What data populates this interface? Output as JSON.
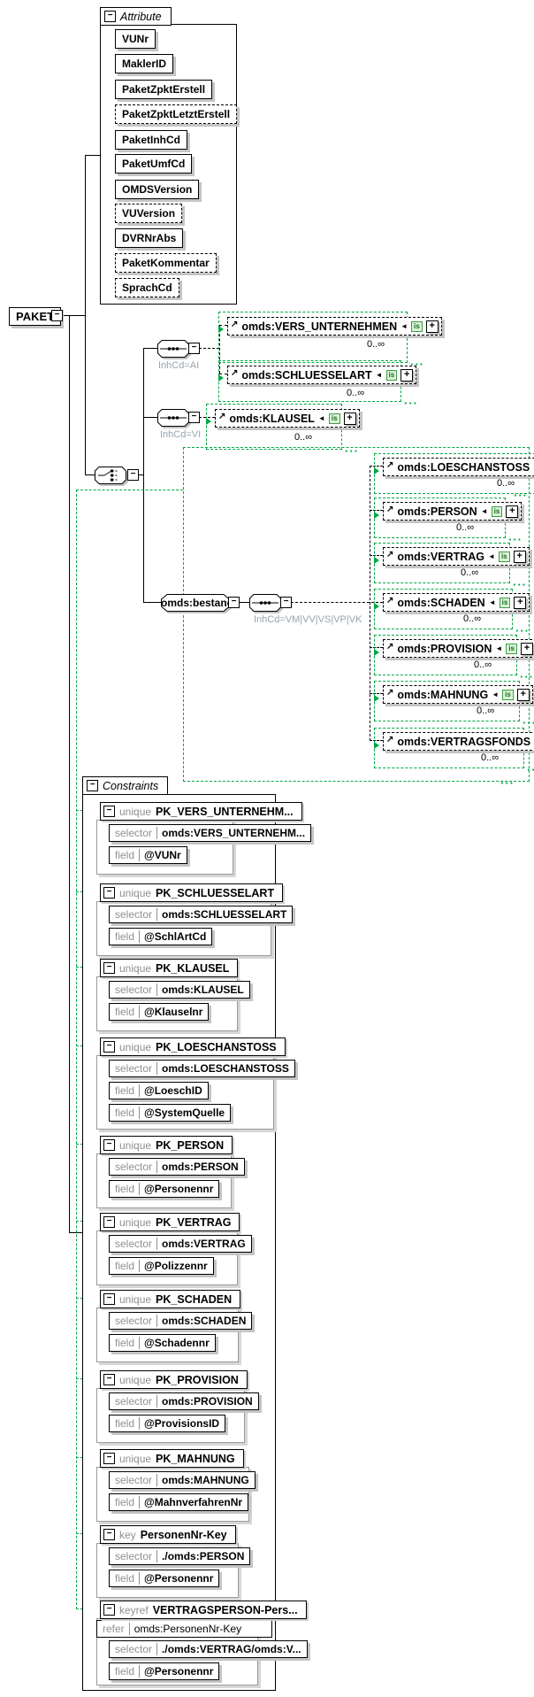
{
  "root_label": "PAKET",
  "occurrence": "0..∞",
  "badge_label": "is",
  "colors": {
    "loop_green": "#00a843",
    "shadow_gray": "#c4c4c4",
    "group_label_gray": "#97a3ae",
    "keyword_gray": "#8f8f8f"
  },
  "attributes_panel": {
    "title": "Attribute",
    "items": [
      {
        "label": "VUNr"
      },
      {
        "label": "MaklerID"
      },
      {
        "label": "PaketZpktErstell"
      },
      {
        "label": "PaketZpktLetztErstell"
      },
      {
        "label": "PaketInhCd"
      },
      {
        "label": "PaketUmfCd"
      },
      {
        "label": "OMDSVersion"
      },
      {
        "label": "VUVersion"
      },
      {
        "label": "DVRNrAbs"
      },
      {
        "label": "PaketKommentar"
      },
      {
        "label": "SprachCd"
      }
    ]
  },
  "groups": {
    "seq_ai_label": "InhCd=AI",
    "seq_vi_label": "InhCd=VI",
    "bestand_label": "omds:bestand",
    "bestand_seq_label": "InhCd=VM|VV|VS|VP|VK"
  },
  "elements": {
    "vers_unternehmen": "omds:VERS_UNTERNEHMEN",
    "schluesselart": "omds:SCHLUESSELART",
    "klausel": "omds:KLAUSEL",
    "loeschanstoss": "omds:LOESCHANSTOSS",
    "person": "omds:PERSON",
    "vertrag": "omds:VERTRAG",
    "schaden": "omds:SCHADEN",
    "provision": "omds:PROVISION",
    "mahnung": "omds:MAHNUNG",
    "vertragsfonds": "omds:VERTRAGSFONDS"
  },
  "constraints_panel": {
    "title": "Constraints",
    "entries": [
      {
        "kind": "unique",
        "name": "PK_VERS_UNTERNEHM...",
        "rows": [
          {
            "kw": "selector",
            "value": "omds:VERS_UNTERNEHM..."
          },
          {
            "kw": "field",
            "value": "@VUNr"
          }
        ]
      },
      {
        "kind": "unique",
        "name": "PK_SCHLUESSELART",
        "rows": [
          {
            "kw": "selector",
            "value": "omds:SCHLUESSELART"
          },
          {
            "kw": "field",
            "value": "@SchlArtCd"
          }
        ]
      },
      {
        "kind": "unique",
        "name": "PK_KLAUSEL",
        "rows": [
          {
            "kw": "selector",
            "value": "omds:KLAUSEL"
          },
          {
            "kw": "field",
            "value": "@Klauselnr"
          }
        ]
      },
      {
        "kind": "unique",
        "name": "PK_LOESCHANSTOSS",
        "rows": [
          {
            "kw": "selector",
            "value": "omds:LOESCHANSTOSS"
          },
          {
            "kw": "field",
            "value": "@LoeschID"
          },
          {
            "kw": "field",
            "value": "@SystemQuelle"
          }
        ]
      },
      {
        "kind": "unique",
        "name": "PK_PERSON",
        "rows": [
          {
            "kw": "selector",
            "value": "omds:PERSON"
          },
          {
            "kw": "field",
            "value": "@Personennr"
          }
        ]
      },
      {
        "kind": "unique",
        "name": "PK_VERTRAG",
        "rows": [
          {
            "kw": "selector",
            "value": "omds:VERTRAG"
          },
          {
            "kw": "field",
            "value": "@Polizzennr"
          }
        ]
      },
      {
        "kind": "unique",
        "name": "PK_SCHADEN",
        "rows": [
          {
            "kw": "selector",
            "value": "omds:SCHADEN"
          },
          {
            "kw": "field",
            "value": "@Schadennr"
          }
        ]
      },
      {
        "kind": "unique",
        "name": "PK_PROVISION",
        "rows": [
          {
            "kw": "selector",
            "value": "omds:PROVISION"
          },
          {
            "kw": "field",
            "value": "@ProvisionsID"
          }
        ]
      },
      {
        "kind": "unique",
        "name": "PK_MAHNUNG",
        "rows": [
          {
            "kw": "selector",
            "value": "omds:MAHNUNG"
          },
          {
            "kw": "field",
            "value": "@MahnverfahrenNr"
          }
        ]
      },
      {
        "kind": "key",
        "name": "PersonenNr-Key",
        "rows": [
          {
            "kw": "selector",
            "value": "./omds:PERSON"
          },
          {
            "kw": "field",
            "value": "@Personennr"
          }
        ]
      },
      {
        "kind": "keyref",
        "name": "VERTRAGSPERSON-Pers...",
        "rows": [
          {
            "kw": "refer",
            "value": "omds:PersonenNr-Key"
          },
          {
            "kw": "selector",
            "value": "./omds:VERTRAG/omds:V..."
          },
          {
            "kw": "field",
            "value": "@Personennr"
          }
        ]
      }
    ]
  }
}
